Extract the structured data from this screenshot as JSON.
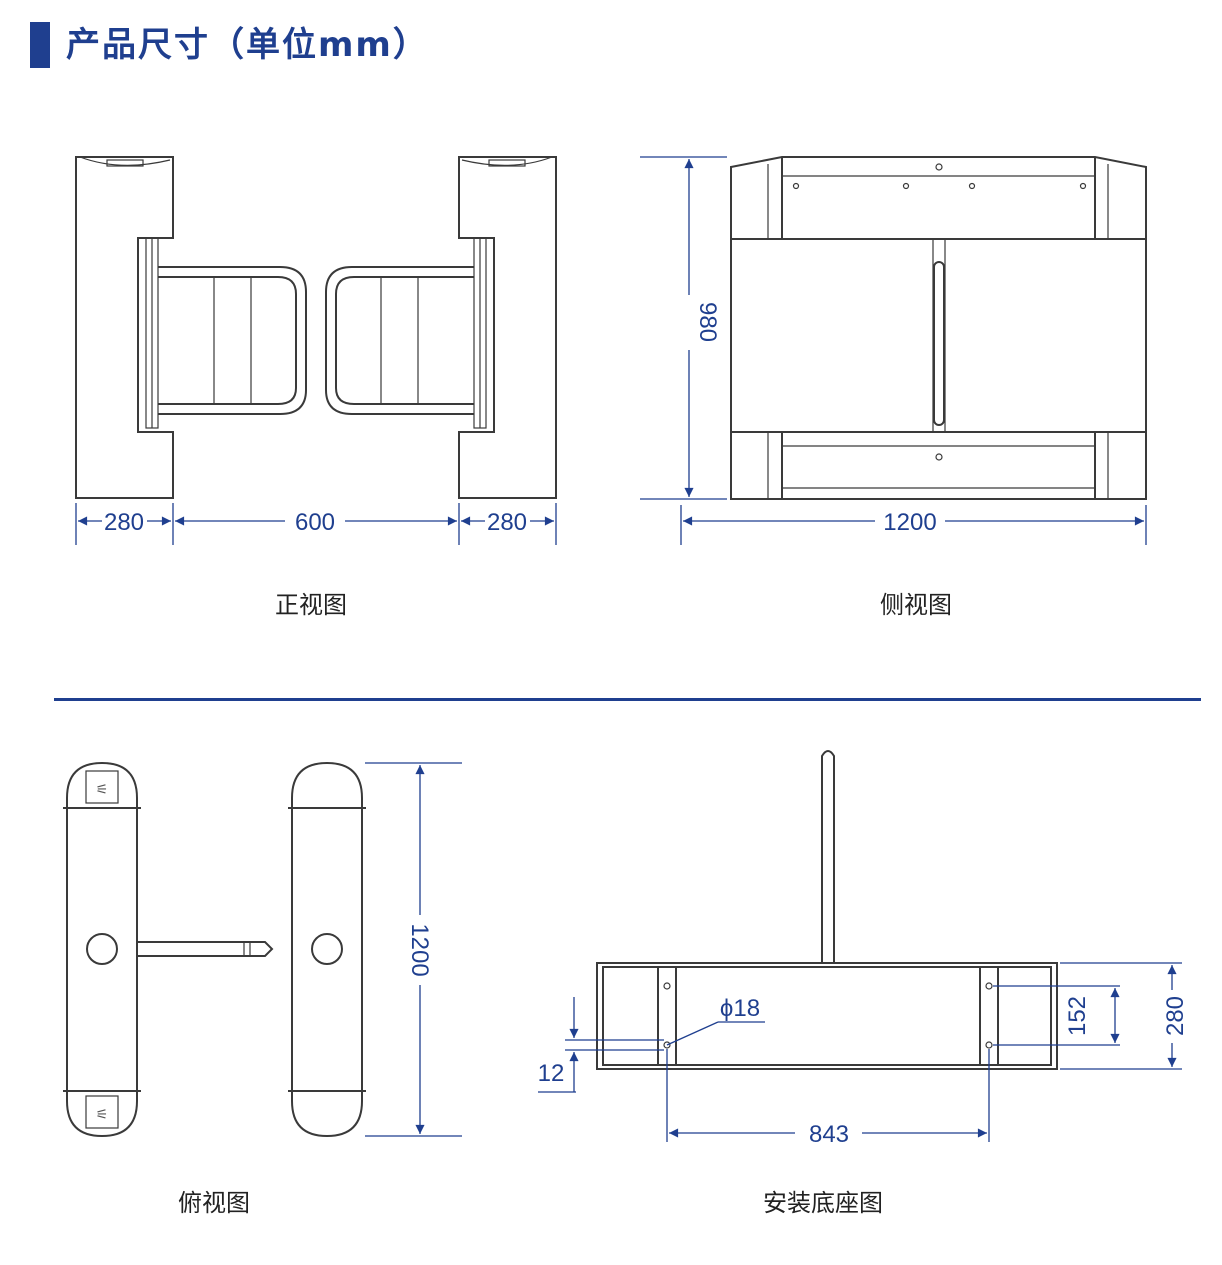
{
  "header": {
    "title": "产品尺寸（单位mm）"
  },
  "views": {
    "front": {
      "caption": "正视图",
      "dim_left": "280",
      "dim_mid": "600",
      "dim_right": "280"
    },
    "side": {
      "caption": "侧视图",
      "dim_height": "980",
      "dim_width": "1200"
    },
    "top": {
      "caption": "俯视图",
      "dim_length": "1200"
    },
    "base": {
      "caption": "安装底座图",
      "dim_hole": "ϕ18",
      "dim_offset": "12",
      "dim_hole_spacing": "152",
      "dim_depth": "280",
      "dim_hole_distance": "843"
    }
  },
  "colors": {
    "accent": "#1f3f8f",
    "line": "#3a3a3a"
  }
}
